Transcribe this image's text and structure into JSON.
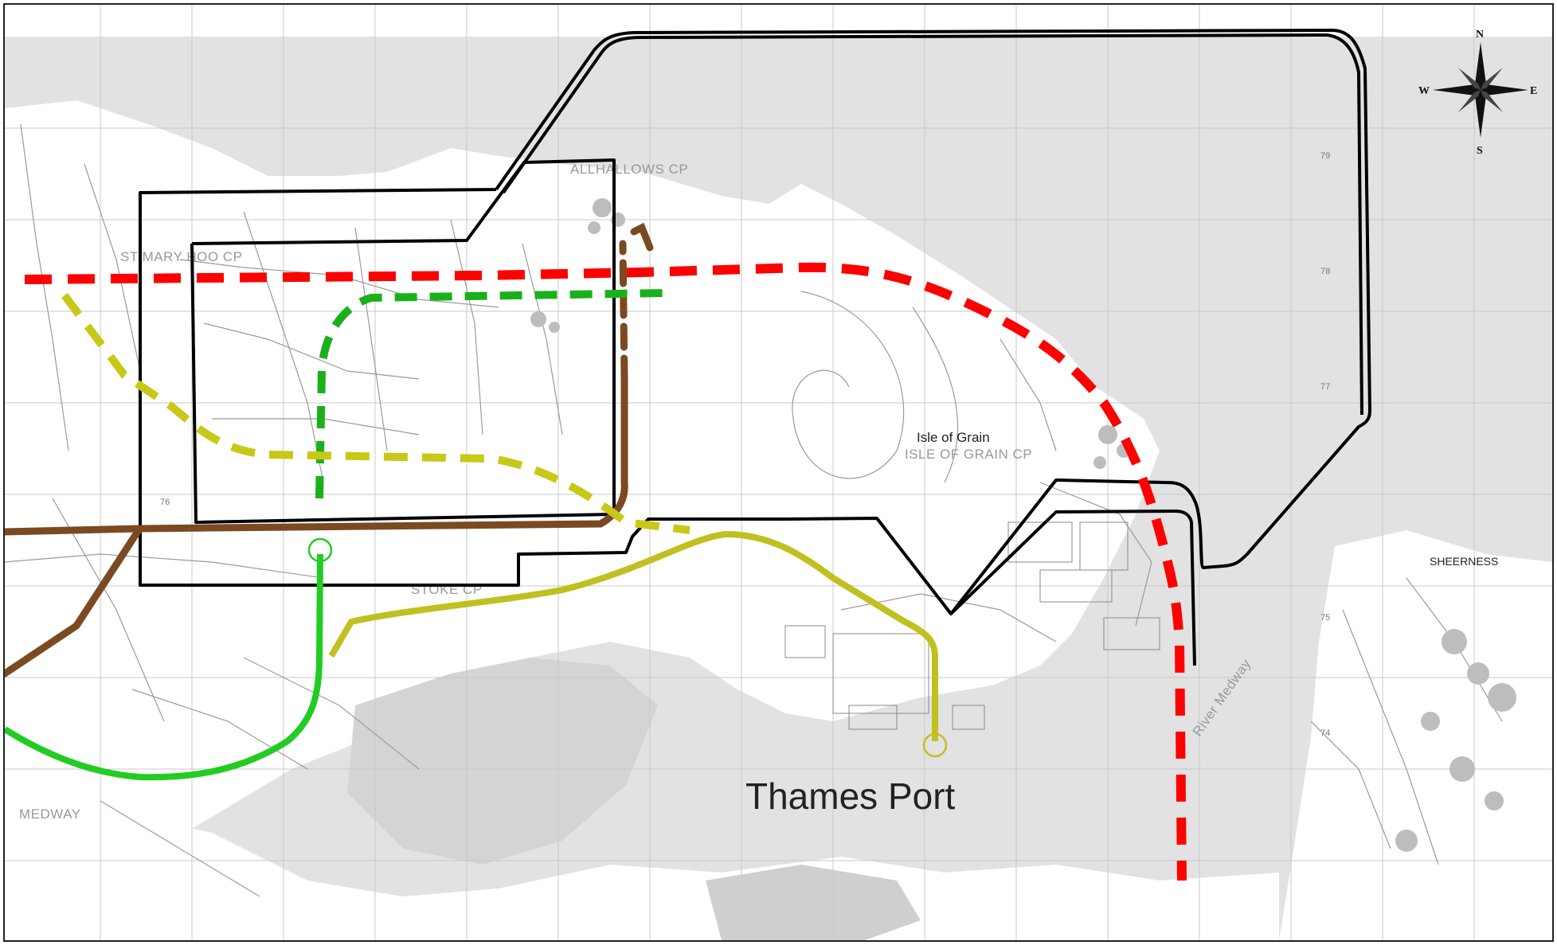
{
  "map": {
    "labels": {
      "allhallows": "ALLHALLOWS CP",
      "st_mary_hoo": "ST MARY HOO CP",
      "isle_of_grain": "Isle of Grain",
      "isle_of_grain_cp": "ISLE OF GRAIN CP",
      "stoke": "STOKE CP",
      "medway": "MEDWAY",
      "sheerness": "SHEERNESS",
      "river_medway": "River Medway",
      "thames_port": "Thames Port"
    },
    "compass": {
      "north": "N",
      "south": "S",
      "east": "E",
      "west": "W"
    },
    "grid_numbers": [
      "79",
      "78",
      "77",
      "76",
      "75",
      "74"
    ],
    "colors": {
      "red_dashed": "#ff0000",
      "green_dashed": "#1ab01a",
      "green_solid": "#22cc22",
      "olive_dashed": "#c8c818",
      "olive_solid": "#c0c020",
      "brown": "#7a4a22",
      "boundary": "#000000",
      "land": "#ffffff",
      "water": "#e0e0e0"
    }
  }
}
